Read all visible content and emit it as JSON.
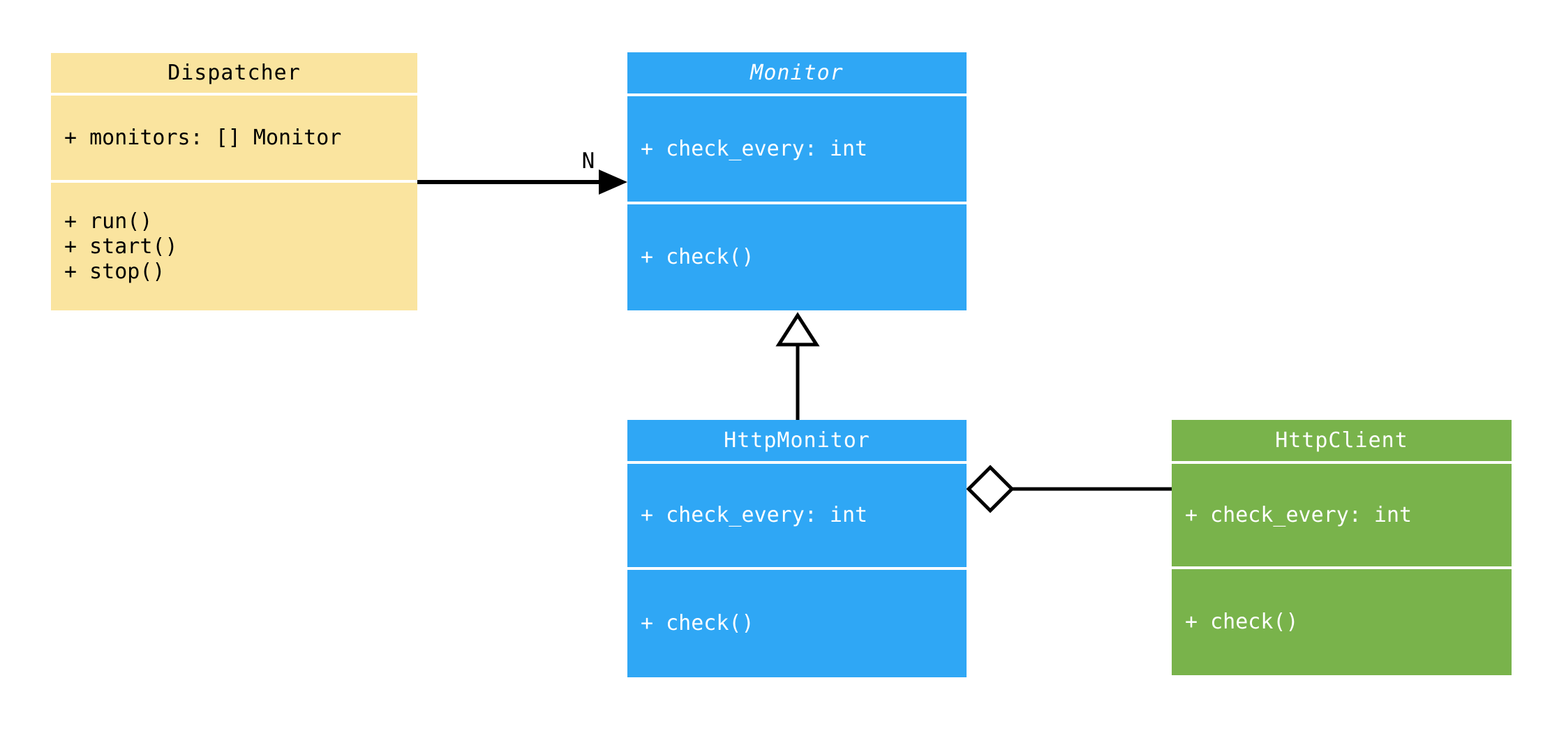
{
  "diagram": {
    "type": "uml-class-diagram",
    "background_color": "#ffffff",
    "connector_color": "#000000",
    "classes": [
      {
        "name": "Dispatcher",
        "abstract": false,
        "bg": "#FAE49F",
        "text_color": "#000000",
        "attributes": [
          "+ monitors: [] Monitor"
        ],
        "methods": [
          "+ run()",
          "+ start()",
          "+ stop()"
        ]
      },
      {
        "name": "Monitor",
        "abstract": true,
        "bg": "#2FA7F5",
        "text_color": "#ffffff",
        "attributes": [
          "+ check_every: int"
        ],
        "methods": [
          "+ check()"
        ]
      },
      {
        "name": "HttpMonitor",
        "abstract": false,
        "bg": "#2FA7F5",
        "text_color": "#ffffff",
        "attributes": [
          "+ check_every: int"
        ],
        "methods": [
          "+ check()"
        ]
      },
      {
        "name": "HttpClient",
        "abstract": false,
        "bg": "#79B34B",
        "text_color": "#ffffff",
        "attributes": [
          "+ check_every: int"
        ],
        "methods": [
          "+ check()"
        ]
      }
    ],
    "relations": [
      {
        "type": "association",
        "from": "Dispatcher",
        "to": "Monitor",
        "multiplicity": "N",
        "head": "solid-filled-arrow"
      },
      {
        "type": "inheritance",
        "from": "HttpMonitor",
        "to": "Monitor",
        "head": "hollow-triangle"
      },
      {
        "type": "aggregation",
        "from": "HttpMonitor",
        "to": "HttpClient",
        "head": "hollow-diamond"
      }
    ]
  }
}
